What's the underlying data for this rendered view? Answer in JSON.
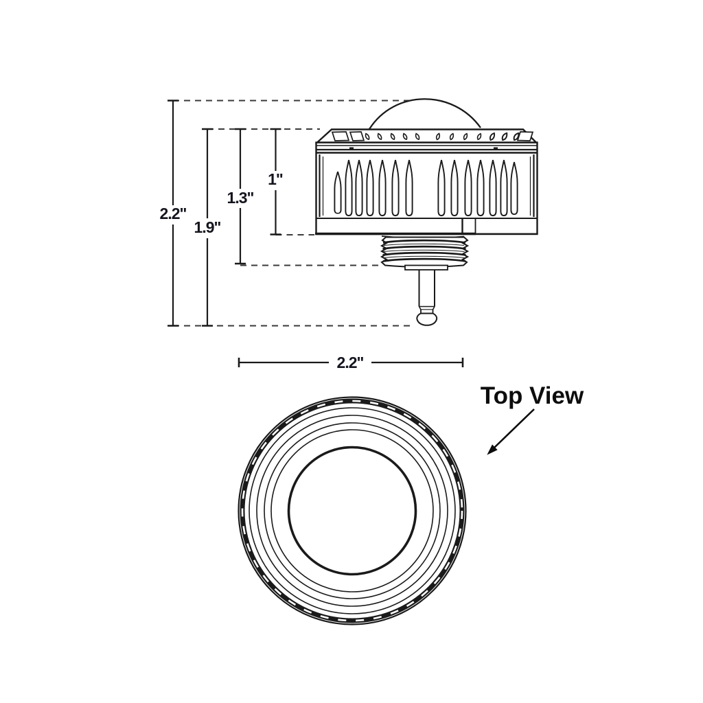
{
  "page": {
    "background": "#ffffff"
  },
  "style": {
    "ink_color": "#1a1a1a",
    "dashed_line_color": "#3a3a3a",
    "dim_label_color": "#15151f",
    "caption_color": "#0d0d0d"
  },
  "side_view": {
    "dim_overall_height": "2.2\"",
    "dim_height_to_pin_tip": "1.9\"",
    "dim_height_to_thread_bottom": "1.3\"",
    "dim_housing_height": "1\""
  },
  "top_view": {
    "dim_diameter": "2.2\"",
    "caption": "Top View"
  }
}
